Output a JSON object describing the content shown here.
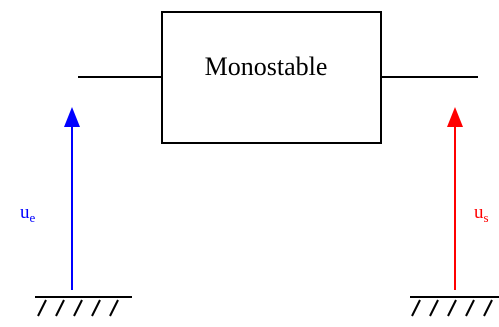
{
  "block": {
    "label": "Monostable"
  },
  "input_voltage": {
    "symbol": "u",
    "subscript": "e",
    "color": "#0000ff"
  },
  "output_voltage": {
    "symbol": "u",
    "subscript": "s",
    "color": "#ff0000"
  },
  "line_color": "#000000"
}
